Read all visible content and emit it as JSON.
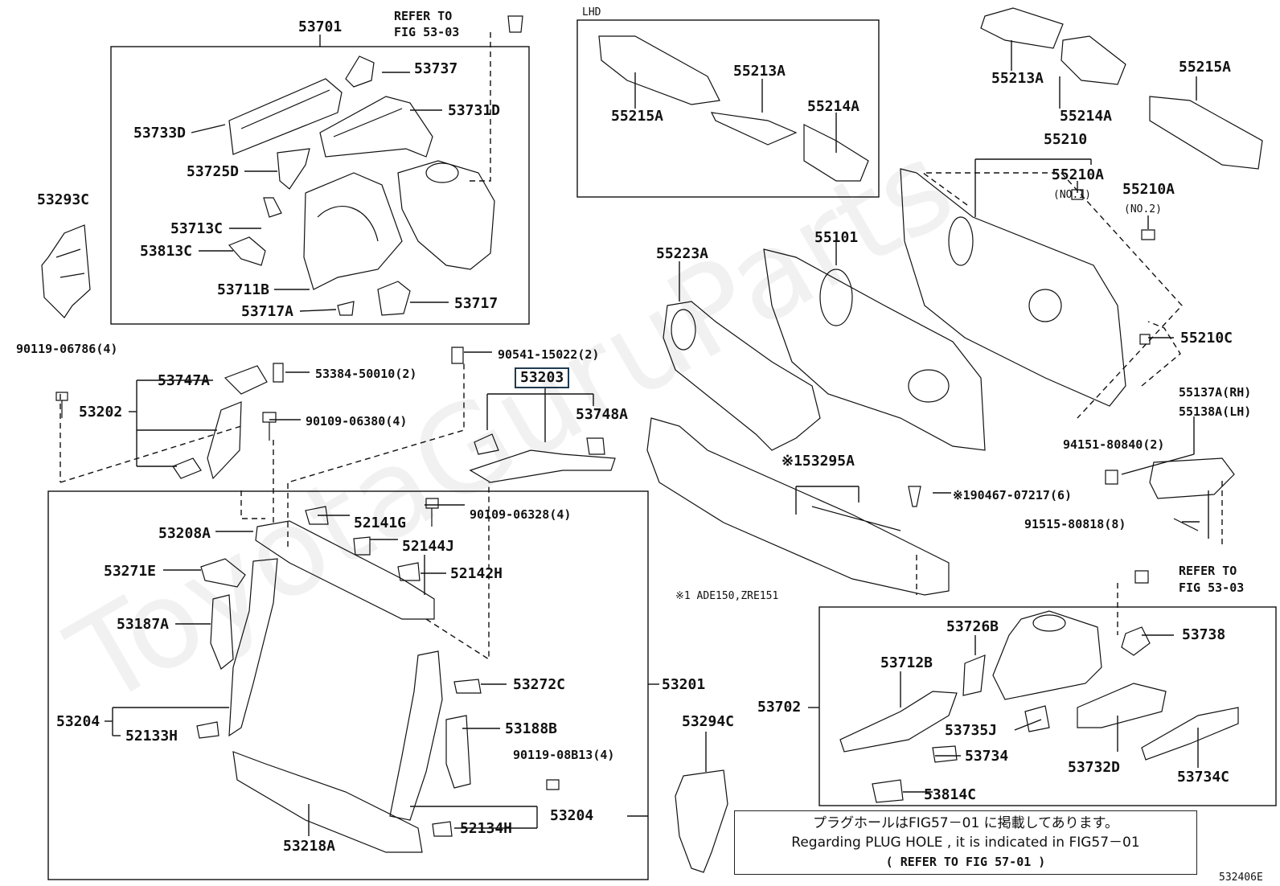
{
  "watermark": "ToyotaGuruParts",
  "figure_code": "532406E",
  "note": {
    "line1": "プラグホールはFIG57－01 に掲載してあります。",
    "line2": "Regarding PLUG HOLE , it is indicated in FIG57－01",
    "line3": "(    REFER TO FIG 57-01   )"
  },
  "labels": {
    "p53701": "53701",
    "refer_top_1": "REFER TO",
    "refer_top_2": "FIG 53-03",
    "p53737": "53737",
    "p53731D": "53731D",
    "p53733D": "53733D",
    "p53725D": "53725D",
    "p53713C": "53713C",
    "p53813C": "53813C",
    "p53711B": "53711B",
    "p53717A": "53717A",
    "p53717": "53717",
    "p53293C": "53293C",
    "b90119_06786": "90119-06786(4)",
    "p53747A": "53747A",
    "p53384_50010": "53384-50010(2)",
    "p53202": "53202",
    "b90109_06380": "90109-06380(4)",
    "p90541_15022": "90541-15022(2)",
    "p53203": "53203",
    "p53748A": "53748A",
    "lhd": "LHD",
    "p55215A_l": "55215A",
    "p55213A_l": "55213A",
    "p55214A_l": "55214A",
    "p55213A_r": "55213A",
    "p55214A_r": "55214A",
    "p55215A_r": "55215A",
    "p55210": "55210",
    "p55210A_1": "55210A",
    "no1": "(NO.1)",
    "p55210A_2": "55210A",
    "no2": "(NO.2)",
    "p55101": "55101",
    "p55223A": "55223A",
    "p55210C": "55210C",
    "p55137A": "55137A(RH)",
    "p55138A": "55138A(LH)",
    "p94151": "94151-80840(2)",
    "p53295A": "※153295A",
    "p90467": "※190467-07217(6)",
    "p91515": "91515-80818(8)",
    "footnote": "※1 ADE150,ZRE151",
    "refer_bot_1": "REFER TO",
    "refer_bot_2": "FIG 53-03",
    "p52141G": "52141G",
    "b90109_06328": "90109-06328(4)",
    "p52144J": "52144J",
    "p52142H": "52142H",
    "p53208A": "53208A",
    "p53271E": "53271E",
    "p53187A": "53187A",
    "p53204_l": "53204",
    "p52133H": "52133H",
    "p53218A": "53218A",
    "p53272C": "53272C",
    "p53188B": "53188B",
    "b90119_08B13": "90119-08B13(4)",
    "p53204_r": "53204",
    "p52134H": "52134H",
    "p53201": "53201",
    "p53294C": "53294C",
    "p53702": "53702",
    "p53726B": "53726B",
    "p53738": "53738",
    "p53712B": "53712B",
    "p53735J": "53735J",
    "p53734": "53734",
    "p53732D": "53732D",
    "p53734C": "53734C",
    "p53814C": "53814C"
  }
}
